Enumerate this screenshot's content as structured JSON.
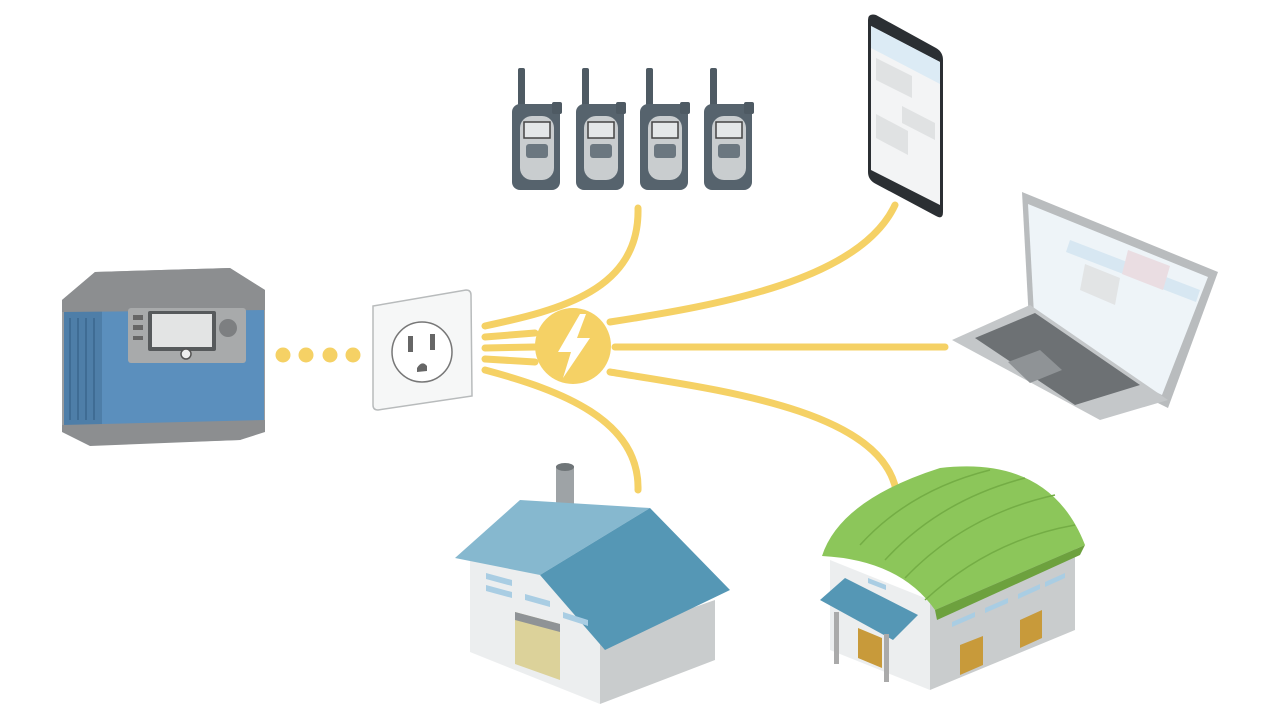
{
  "colors": {
    "background": "#ffffff",
    "power_line": "#f5d165",
    "generator_body": "#5b8fbd",
    "generator_frame": "#9a9c9e",
    "roof_blue": "#5597b5",
    "roof_green": "#8cc65a",
    "device_gray": "#5a6670"
  },
  "icons": [
    "portable-power-station",
    "wall-outlet",
    "lightning-bolt",
    "walkie-talkie",
    "smartphone",
    "laptop",
    "factory-building",
    "greenhouse-warehouse"
  ]
}
